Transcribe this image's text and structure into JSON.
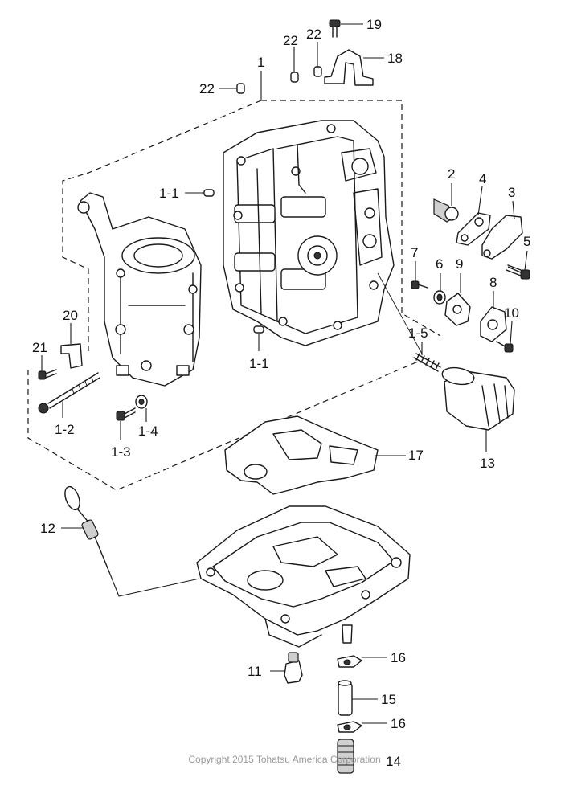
{
  "callouts": {
    "c1": "1",
    "c1_1a": "1-1",
    "c1_1b": "1-1",
    "c1_2": "1-2",
    "c1_3": "1-3",
    "c1_4": "1-4",
    "c1_5": "1-5",
    "c2": "2",
    "c3": "3",
    "c4": "4",
    "c5": "5",
    "c6": "6",
    "c7": "7",
    "c8": "8",
    "c9": "9",
    "c10": "10",
    "c11": "11",
    "c12": "12",
    "c13": "13",
    "c14": "14",
    "c15": "15",
    "c16a": "16",
    "c16b": "16",
    "c17": "17",
    "c18": "18",
    "c19": "19",
    "c20": "20",
    "c21": "21",
    "c22a": "22",
    "c22b": "22",
    "c22c": "22"
  },
  "footer": {
    "copyright": "Copyright 2015 Tohatsu America Corporation"
  }
}
